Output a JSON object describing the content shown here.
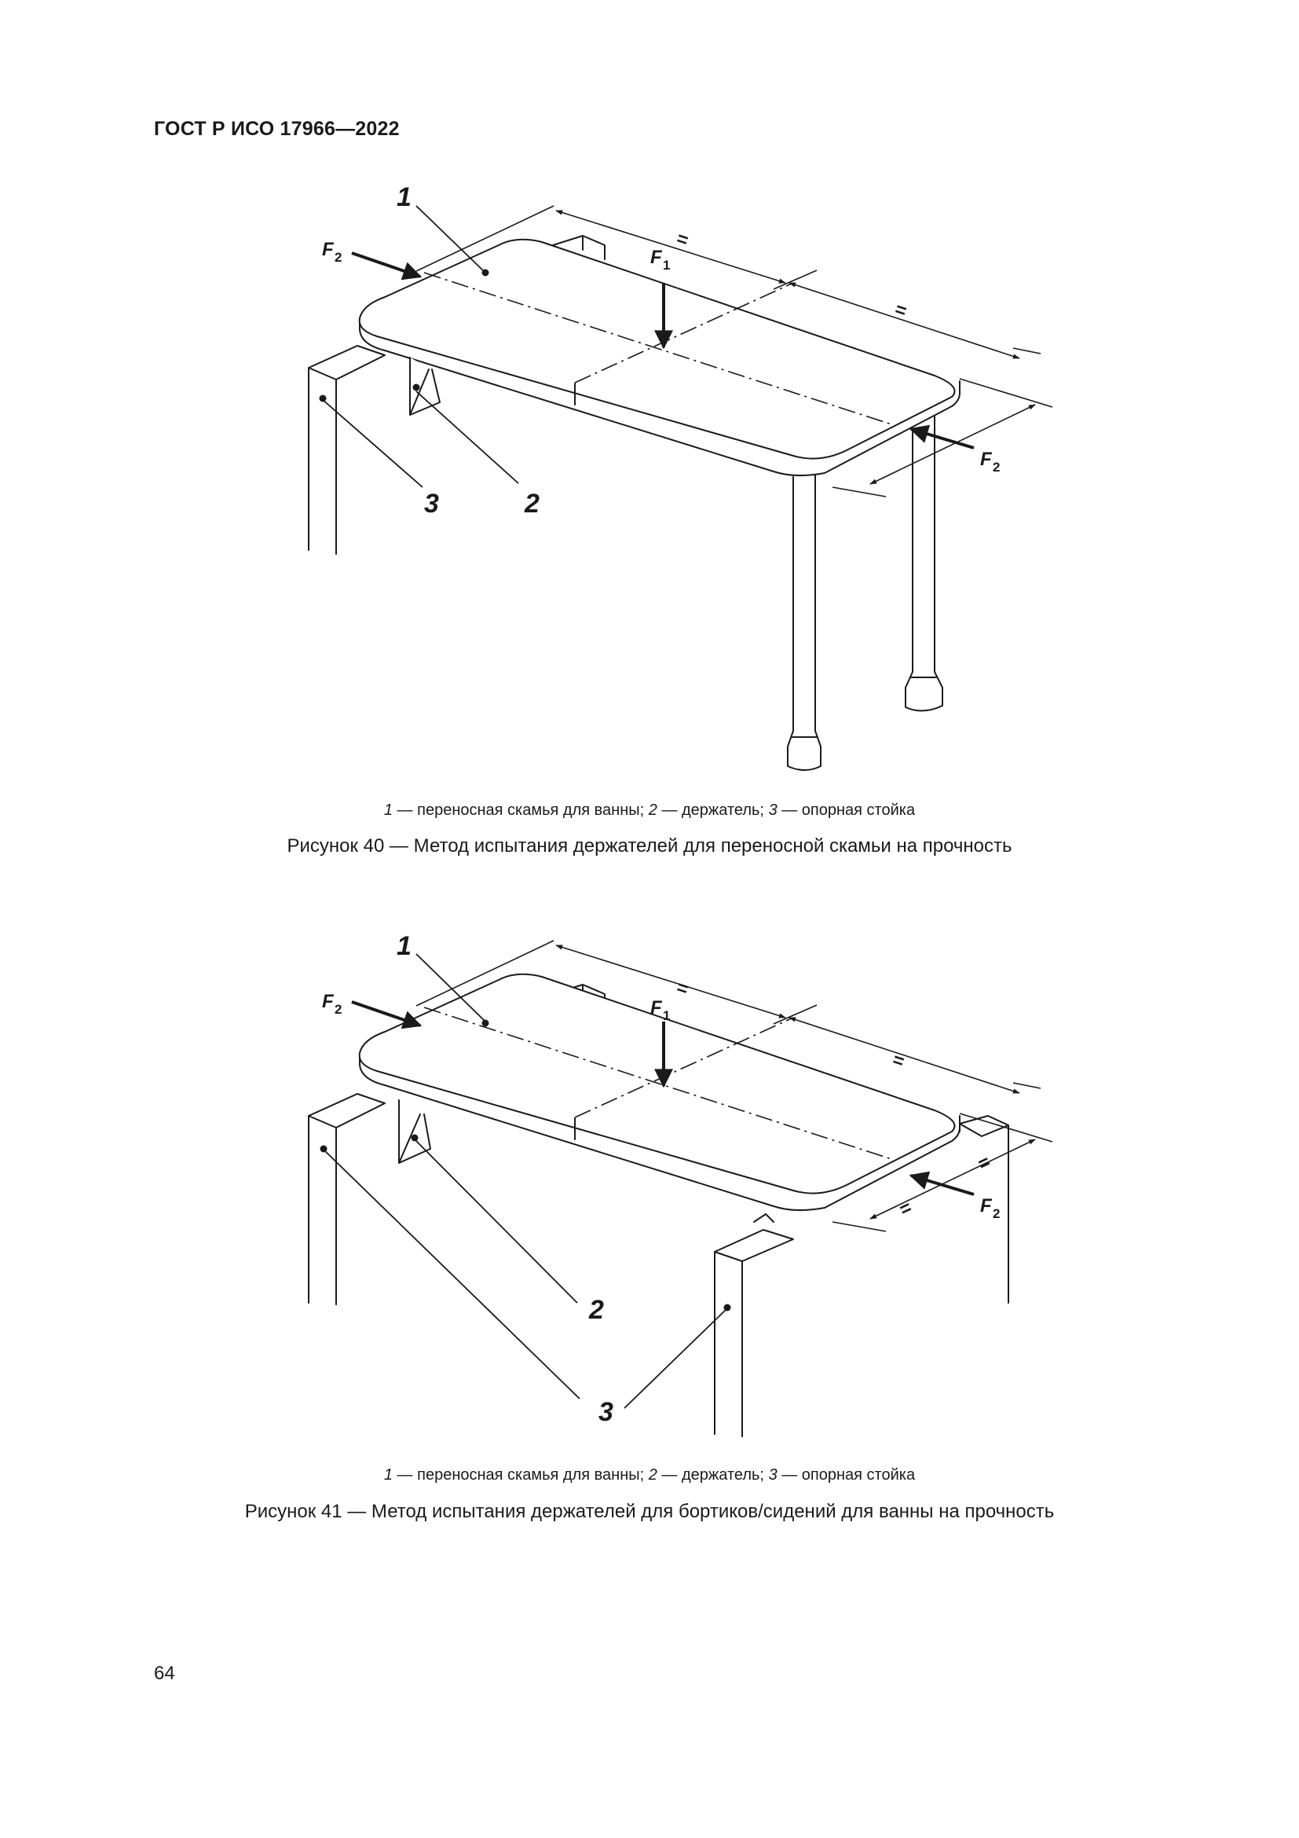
{
  "header": {
    "standard": "ГОСТ Р ИСО 17966—2022"
  },
  "figures": [
    {
      "callouts": {
        "seat": "1",
        "holder": "2",
        "support": "3"
      },
      "forces": {
        "f1": "F",
        "f1_sub": "1",
        "f2": "F",
        "f2_sub": "2"
      },
      "equal_mark": "=",
      "legend": {
        "n1": "1",
        "t1": " — переносная скамья для ванны; ",
        "n2": "2",
        "t2": " — держатель; ",
        "n3": "3",
        "t3": " — опорная стойка"
      },
      "caption": "Рисунок 40 — Метод испытания держателей для переносной скамьи на прочность"
    },
    {
      "callouts": {
        "seat": "1",
        "holder": "2",
        "support": "3"
      },
      "forces": {
        "f1": "F",
        "f1_sub": "1",
        "f2": "F",
        "f2_sub": "2"
      },
      "equal_mark": "=",
      "legend": {
        "n1": "1",
        "t1": " — переносная скамья для ванны; ",
        "n2": "2",
        "t2": " — держатель; ",
        "n3": "3",
        "t3": " — опорная стойка"
      },
      "caption": "Рисунок 41 — Метод испытания держателей для бортиков/сидений для ванны на прочность"
    }
  ],
  "page": {
    "number": "64"
  }
}
